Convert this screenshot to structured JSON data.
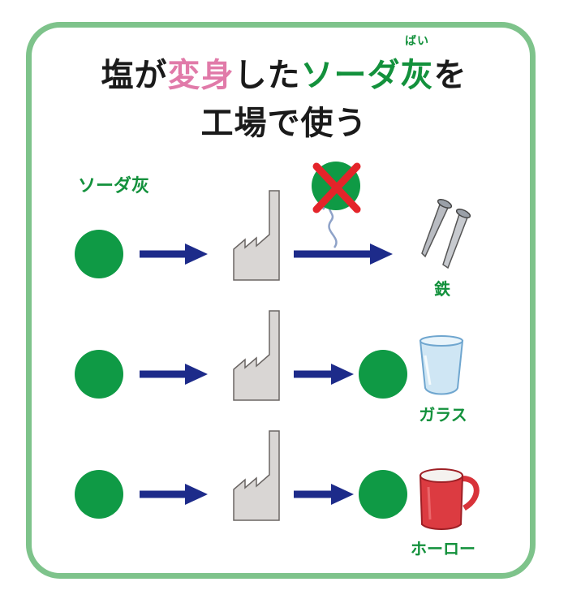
{
  "title": {
    "line1": {
      "part1": "塩が",
      "part2": "変身",
      "part3": "した",
      "part4": "ソーダ",
      "part5": "灰",
      "part5_ruby": "ばい",
      "part6": "を"
    },
    "line2": "工場で使う"
  },
  "labels": {
    "soda_ash": "ソーダ灰",
    "iron": "鉄",
    "glass": "ガラス",
    "enamel": "ホーロー"
  },
  "colors": {
    "frame": "#7ec38b",
    "ball": "#0f9a45",
    "arrow": "#1d2b8a",
    "factory": "#d9d6d4",
    "cross": "#e4242a",
    "pink": "#e17aa9",
    "green": "#13913c"
  },
  "icons": [
    "soda-ash-ball",
    "factory-icon",
    "arrow-icon",
    "cross-icon",
    "nails-icon",
    "glass-cup-icon",
    "enamel-mug-icon",
    "rising-gas-arrow-icon"
  ]
}
